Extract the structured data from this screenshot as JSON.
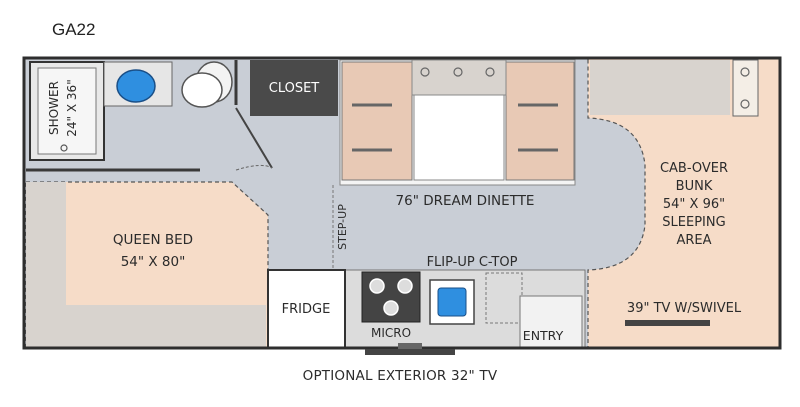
{
  "model": "GA22",
  "labels": {
    "shower_line1": "SHOWER",
    "shower_line2": "24\" X 36\"",
    "closet": "CLOSET",
    "dinette": "76\" DREAM DINETTE",
    "step_up": "STEP-UP",
    "queen_bed_line1": "QUEEN BED",
    "queen_bed_line2": "54\" X 80\"",
    "cab_over_line1": "CAB-OVER",
    "cab_over_line2": "BUNK",
    "cab_over_line3": "54\" X 96\"",
    "cab_over_line4": "SLEEPING",
    "cab_over_line5": "AREA",
    "flip_up": "FLIP-UP C-TOP",
    "fridge": "FRIDGE",
    "micro": "MICRO",
    "entry": "ENTRY",
    "tv_swivel": "39\" TV W/SWIVEL",
    "exterior_tv": "OPTIONAL EXTERIOR 32\" TV"
  },
  "colors": {
    "floor": "#c9ced6",
    "wall": "#3a3a3a",
    "bed": "#f6dcc8",
    "cushion": "#e8c9b5",
    "counter": "#dcdcdc",
    "closet": "#4a4a4a",
    "sink_blue": "#2f8fe0"
  }
}
